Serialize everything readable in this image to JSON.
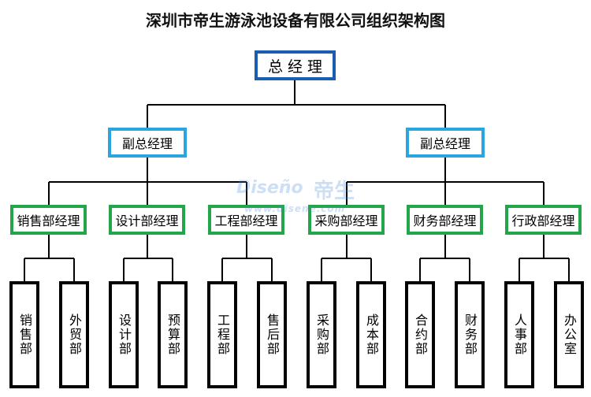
{
  "title": "深圳市帝生游泳池设备有限公司组织架构图",
  "watermark": {
    "brand": "Diseño",
    "cn": "帝生",
    "url": "www.disene.com"
  },
  "colors": {
    "gm_border": "#1b5bb0",
    "deputy_border": "#2aa5df",
    "manager_border": "#23a54a",
    "unit_border": "#000000"
  },
  "general_manager": "总经理",
  "deputies": [
    "副总经理",
    "副总经理"
  ],
  "managers": [
    "销售部经理",
    "设计部经理",
    "工程部经理",
    "采购部经理",
    "财务部经理",
    "行政部经理"
  ],
  "units": [
    "销售部",
    "外贸部",
    "设计部",
    "预算部",
    "工程部",
    "售后部",
    "采购部",
    "成本部",
    "合约部",
    "财务部",
    "人事部",
    "办公室"
  ]
}
